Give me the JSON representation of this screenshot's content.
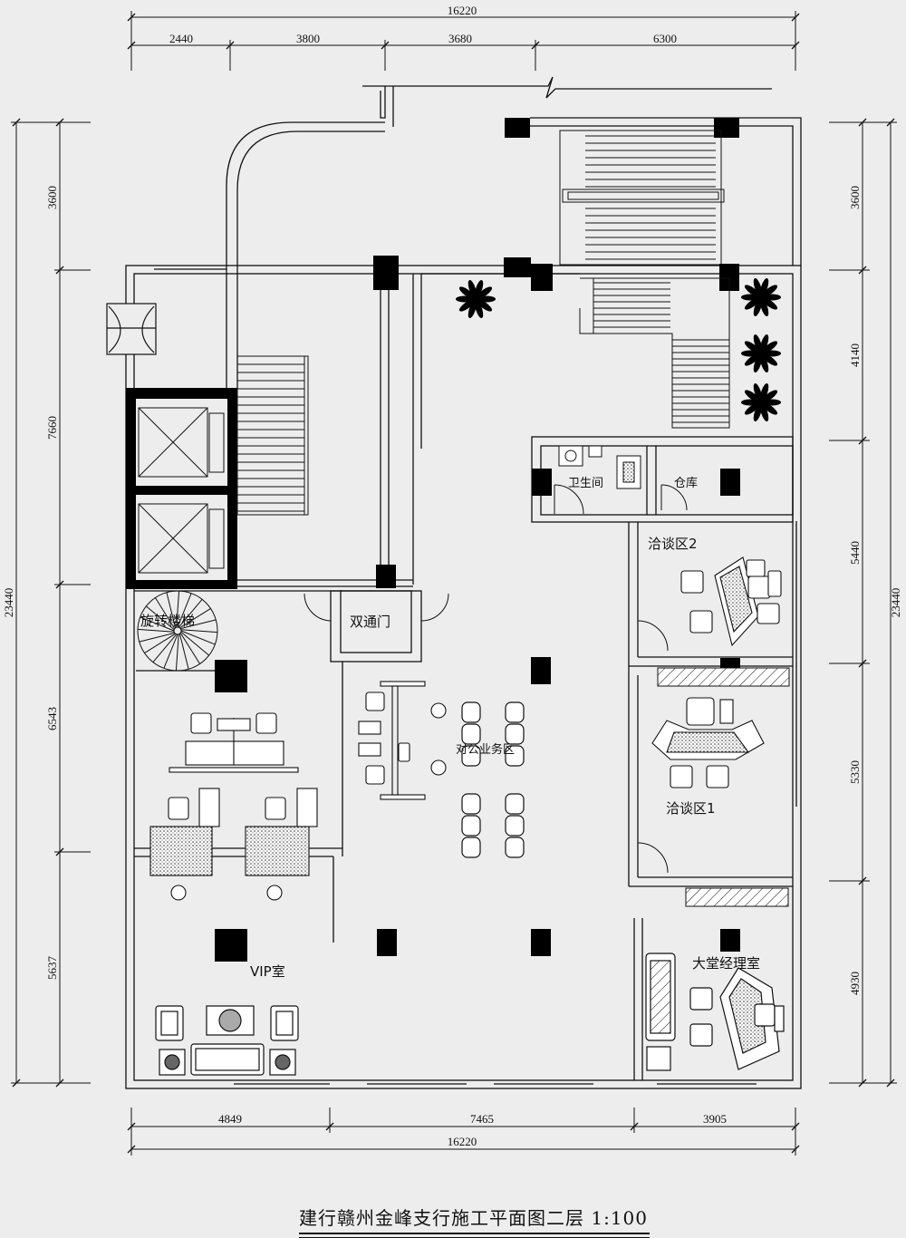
{
  "title": "建行赣州金峰支行施工平面图二层 1:100",
  "dims": {
    "top_total": "16220",
    "top_segments": [
      "2440",
      "3800",
      "3680",
      "6300"
    ],
    "bottom_segments": [
      "4849",
      "7465",
      "3905"
    ],
    "bottom_total": "16220",
    "left_total": "23440",
    "left_segments": [
      "3600",
      "7660",
      "6543",
      "5637"
    ],
    "right_total": "23440",
    "right_segments": [
      "3600",
      "4140",
      "5440",
      "5330",
      "4930"
    ]
  },
  "rooms": {
    "spiral_stair": "旋转楼梯",
    "double_door": "双通门",
    "office_area": "对公业务区",
    "restroom": "卫生间",
    "storage": "仓库",
    "meeting2": "洽谈区2",
    "meeting1": "洽谈区1",
    "vip": "VIP室",
    "lobby_manager": "大堂经理室"
  },
  "colors": {
    "line": "#111111",
    "background": "#ededed",
    "fill": "#000000"
  }
}
